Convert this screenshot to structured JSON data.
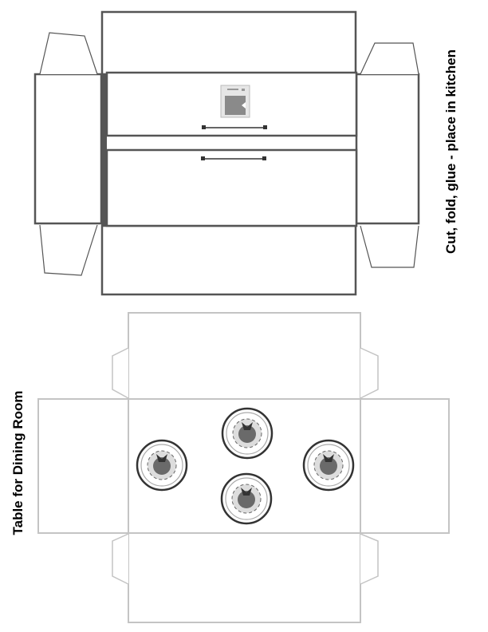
{
  "oven_template": {
    "instruction": "Cut, fold, glue - place in kitchen",
    "line_color": "#555555",
    "oven_window_color": "#8a8a8a"
  },
  "table_template": {
    "title": "Table for Dining Room",
    "line_color": "#c4c4c4",
    "plate_count": 4
  }
}
